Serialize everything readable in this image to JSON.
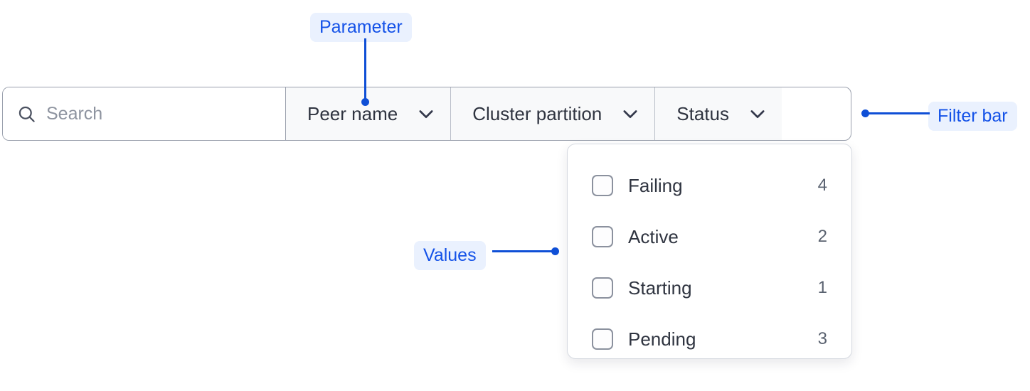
{
  "filter_bar": {
    "search": {
      "icon": "search-icon",
      "placeholder": "Search",
      "value": ""
    },
    "dropdowns": [
      {
        "label": "Peer name",
        "icon": "chevron-down-icon",
        "expanded": false
      },
      {
        "label": "Cluster partition",
        "icon": "chevron-down-icon",
        "expanded": false
      },
      {
        "label": "Status",
        "icon": "chevron-down-icon",
        "expanded": true
      }
    ]
  },
  "values_panel": {
    "owner": "Status",
    "items": [
      {
        "label": "Failing",
        "count": "4",
        "checked": false
      },
      {
        "label": "Active",
        "count": "2",
        "checked": false
      },
      {
        "label": "Starting",
        "count": "1",
        "checked": false
      },
      {
        "label": "Pending",
        "count": "3",
        "checked": false
      }
    ]
  },
  "annotations": {
    "parameter": "Parameter",
    "filter_bar": "Filter bar",
    "values": "Values"
  },
  "colors": {
    "annotation_text": "#1452e8",
    "annotation_bg": "#eaf1fe",
    "annotation_line": "#0f4fd6",
    "bar_border": "#9aa0ad",
    "dropdown_bg": "#f8f9fa",
    "text": "#2f3440",
    "muted_text": "#5a6270",
    "placeholder": "#8d939f"
  }
}
